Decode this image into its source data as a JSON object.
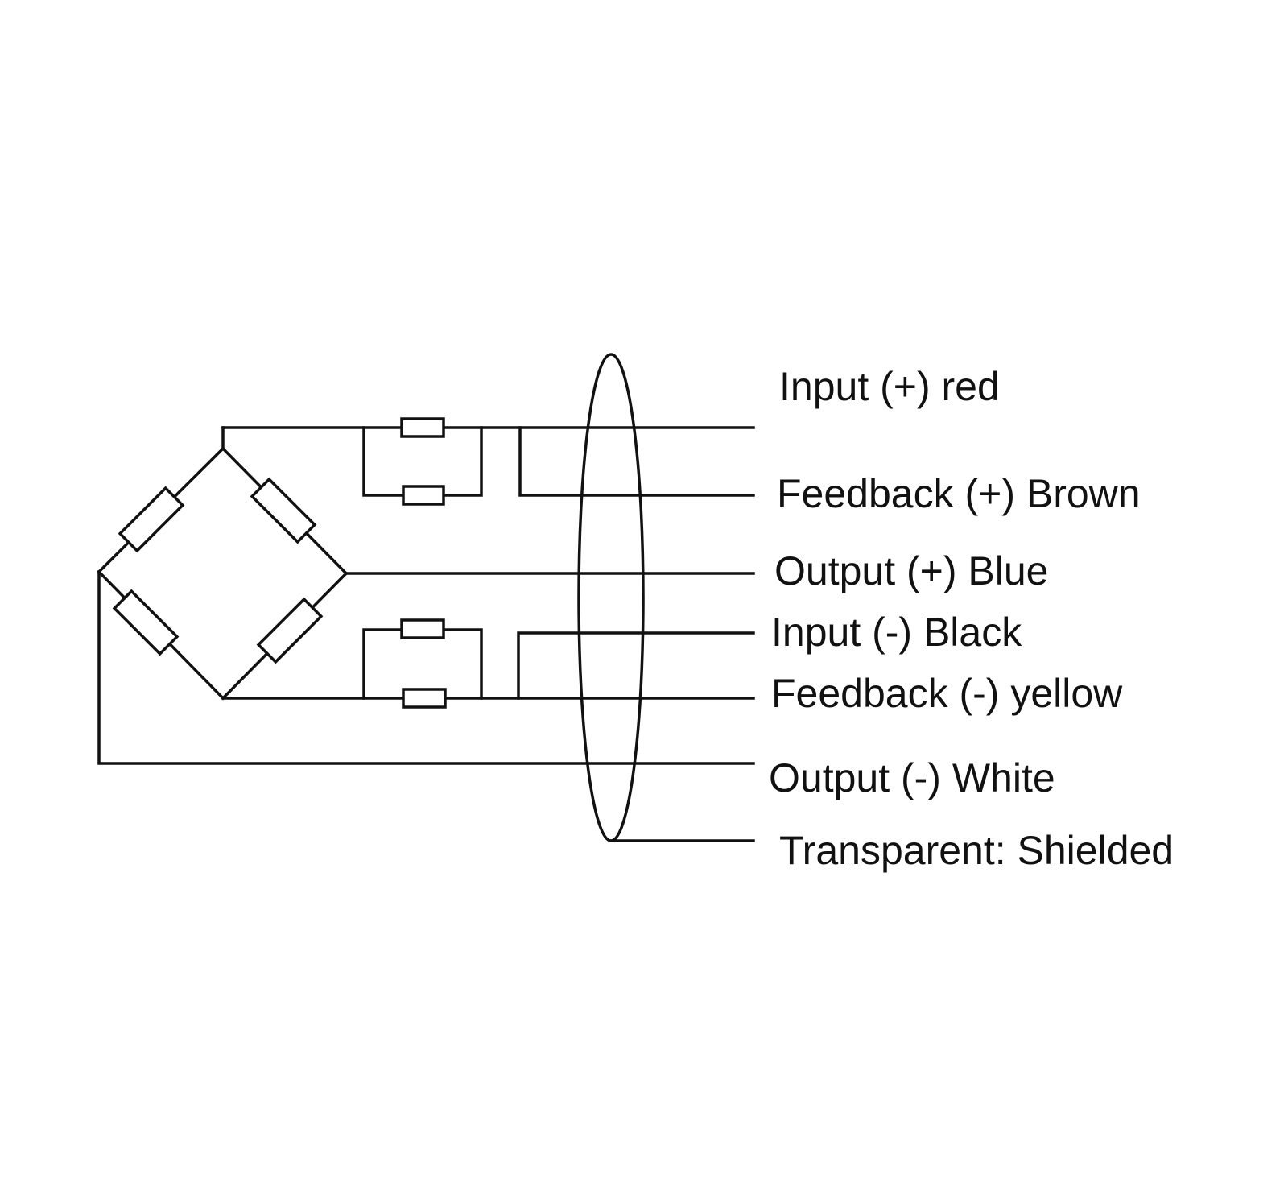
{
  "wires": [
    {
      "key": "input_pos",
      "label": "Input (+) red"
    },
    {
      "key": "feedback_pos",
      "label": "Feedback (+) Brown"
    },
    {
      "key": "output_pos",
      "label": "Output (+) Blue"
    },
    {
      "key": "input_neg",
      "label": "Input (-) Black"
    },
    {
      "key": "feedback_neg",
      "label": "Feedback (-) yellow"
    },
    {
      "key": "output_neg",
      "label": "Output (-) White"
    },
    {
      "key": "shield",
      "label": "Transparent: Shielded"
    }
  ],
  "colors": {
    "line": "#111111",
    "background": "#ffffff"
  }
}
